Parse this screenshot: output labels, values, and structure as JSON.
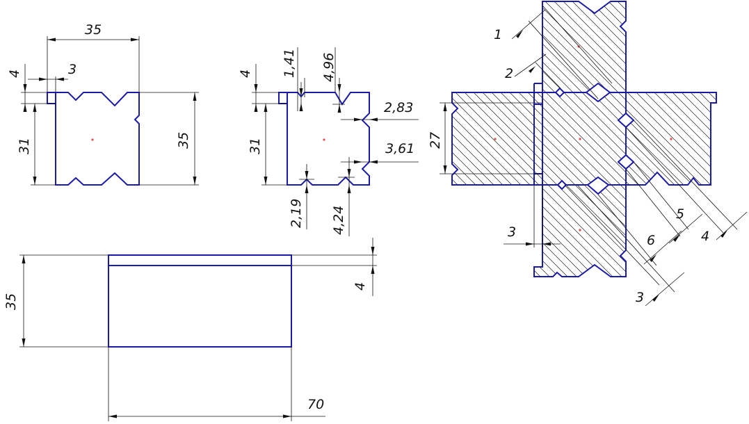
{
  "drawing": {
    "line_color": "#1a1aa8",
    "dimension_color": "#111111",
    "center_mark_color": "#e05050"
  },
  "view_left": {
    "dims": {
      "width": "35",
      "step": "3",
      "top": "4",
      "height_left": "31",
      "height_right": "35"
    }
  },
  "view_middle": {
    "dims": {
      "top": "4",
      "notch_a": "1,41",
      "notch_b": "4,96",
      "height": "31",
      "depth_a": "2,83",
      "depth_b": "3,61",
      "bottom_a": "2,19",
      "bottom_b": "4,24"
    }
  },
  "view_bottom": {
    "dims": {
      "height": "35",
      "thickness": "4",
      "length": "70"
    }
  },
  "view_assembly": {
    "dims": {
      "d1": "1",
      "d2": "2",
      "height": "27",
      "offset": "3",
      "d6": "6",
      "d5": "5",
      "d4": "4",
      "d3": "3"
    }
  }
}
